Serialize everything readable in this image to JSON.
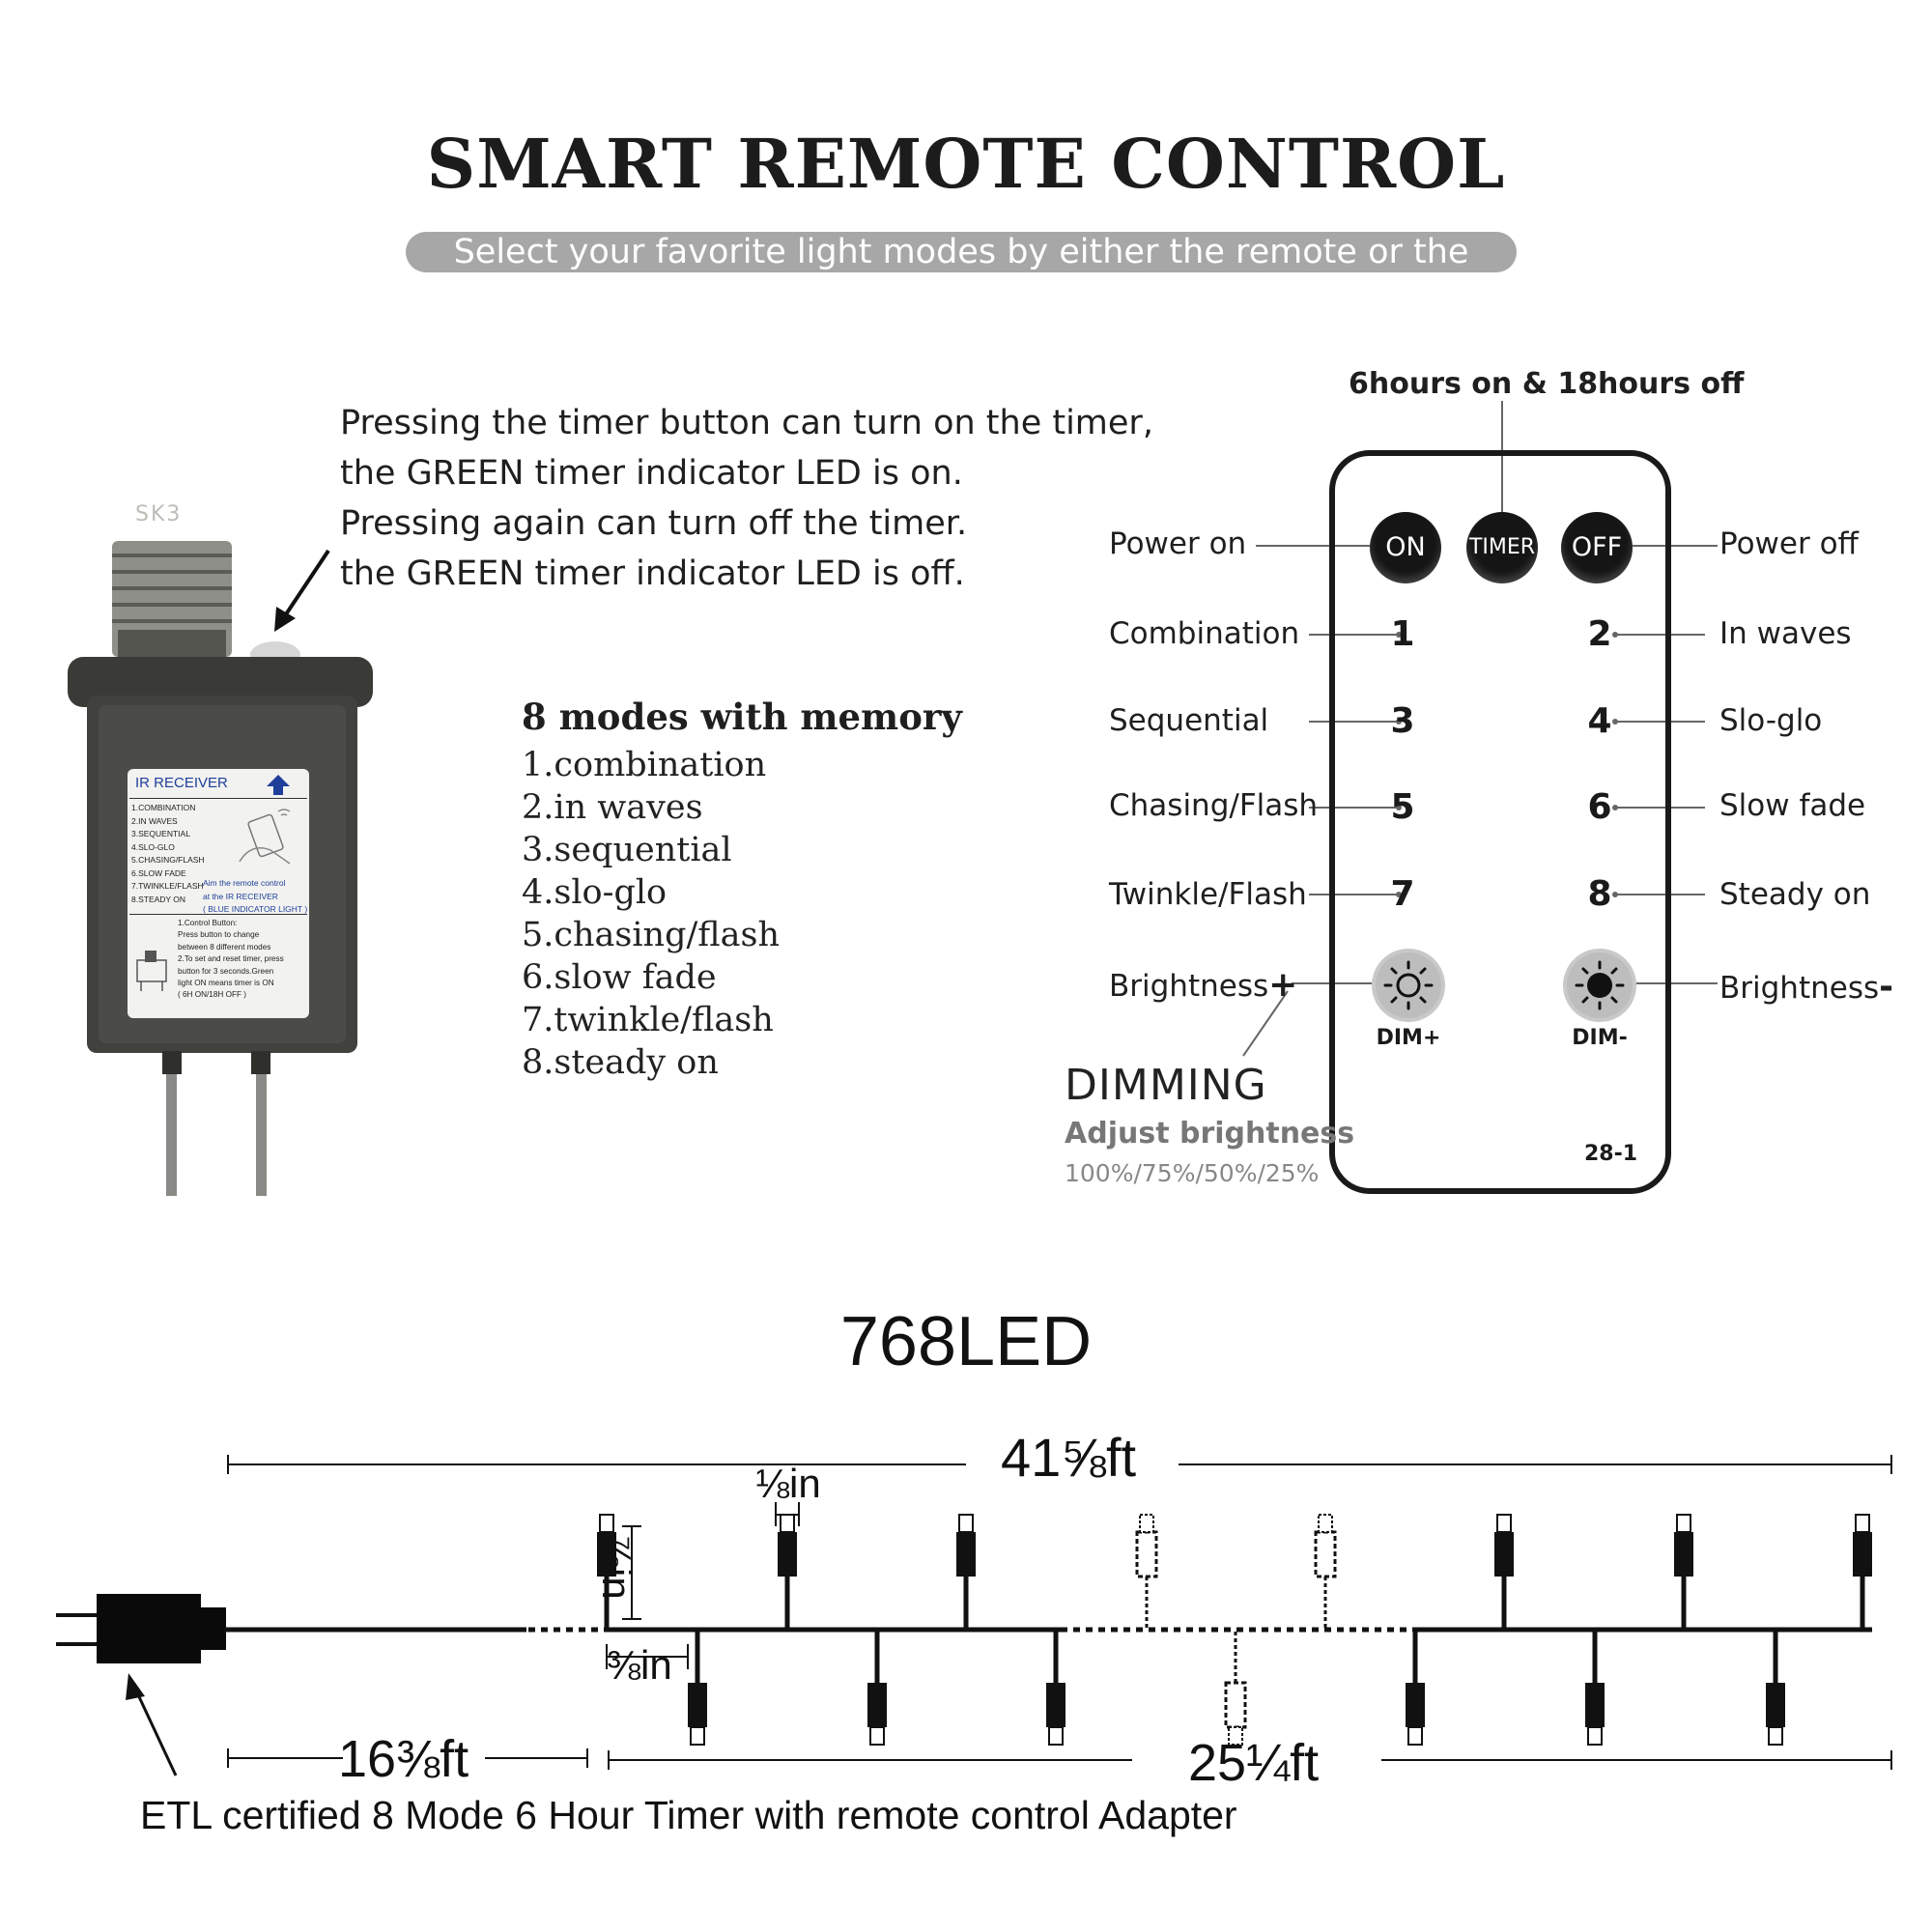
{
  "header": {
    "title": "SMART REMOTE CONTROL",
    "subtitle": "Select your favorite light modes by either the remote or the controller"
  },
  "timer_note": "Pressing the timer button can turn on the timer,\nthe GREEN timer indicator LED is on.\nPressing again can turn off the timer.\nthe GREEN timer indicator LED is off.",
  "adapter": {
    "socket_mark": "SK3",
    "label_header": "IR RECEIVER",
    "label_modes": [
      "1.COMBINATION",
      "2.IN WAVES",
      "3.SEQUENTIAL",
      "4.SLO-GLO",
      "5.CHASING/FLASH",
      "6.SLOW FADE",
      "7.TWINKLE/FLASH",
      "8.STEADY ON"
    ],
    "label_aim_1": "Aim the remote control",
    "label_aim_2": "at the IR RECEIVER",
    "label_aim_3": "( BLUE INDICATOR LIGHT )",
    "label_control_title": "1.Control Button:",
    "label_control_lines": [
      "Press button to change",
      "between 8 different modes",
      "2.To set and reset timer, press",
      "button for 3 seconds.Green",
      "light ON means timer is ON",
      "( 6H ON/18H OFF )"
    ]
  },
  "modes": {
    "title": "8 modes with memory",
    "items": [
      "1.combination",
      "2.in waves",
      "3.sequential",
      "4.slo-glo",
      "5.chasing/flash",
      "6.slow fade",
      "7.twinkle/flash",
      "8.steady on"
    ]
  },
  "remote": {
    "timer_caption": "6hours on & 18hours off",
    "buttons": {
      "on": "ON",
      "timer": "TIMER",
      "off": "OFF"
    },
    "left_labels": [
      "Power on",
      "Combination",
      "Sequential",
      "Chasing/Flash",
      "Twinkle/Flash",
      "Brightness"
    ],
    "right_labels": [
      "Power off",
      "In waves",
      "Slo-glo",
      "Slow fade",
      "Steady on",
      "Brightness"
    ],
    "plus": "+",
    "minus": "-",
    "left_numbers": [
      "1",
      "3",
      "5",
      "7"
    ],
    "right_numbers": [
      "2",
      "4",
      "6",
      "8"
    ],
    "dim_plus": "DIM+",
    "dim_minus": "DIM-",
    "model": "28-1"
  },
  "dimming": {
    "title": "DIMMING",
    "subtitle": "Adjust brightness",
    "levels": "100%/75%/50%/25%"
  },
  "string": {
    "led_count": "768LED",
    "total_length": "41⅝ft",
    "lead_length": "16⅜ft",
    "lit_length": "25¼ft",
    "bulb_width": "⅛in",
    "bulb_height": "⅞in",
    "bulb_spacing": "⅜in"
  },
  "footer": "ETL certified 8 Mode 6 Hour Timer with remote control Adapter",
  "colors": {
    "subtitle_pill": "#a7a7a7",
    "adapter_body": "#3e3f3b",
    "label_blue": "#1f3f9a",
    "button_black": "#151515"
  }
}
